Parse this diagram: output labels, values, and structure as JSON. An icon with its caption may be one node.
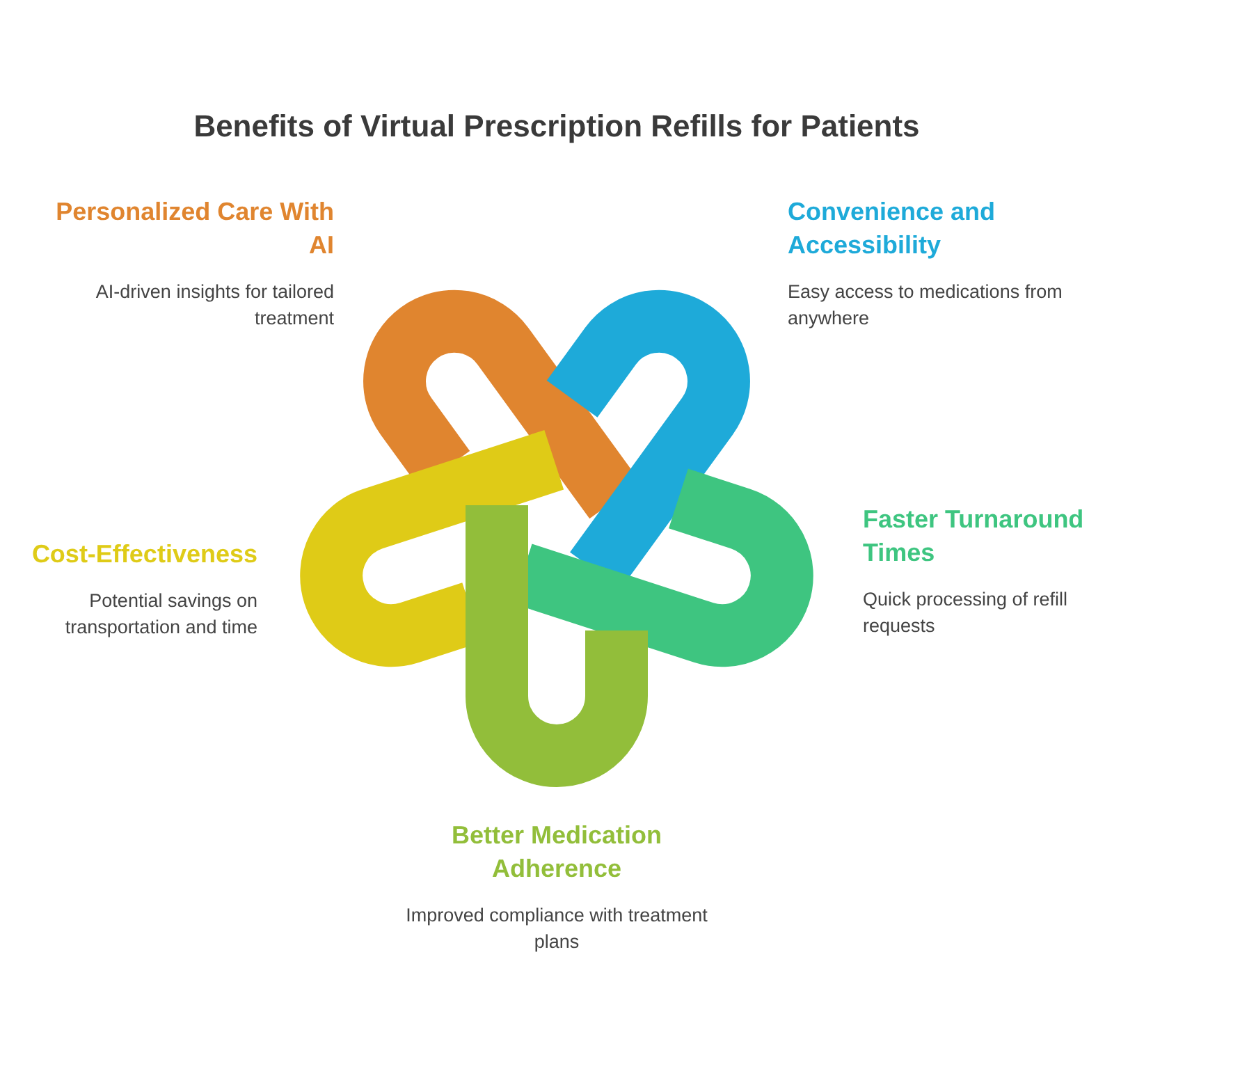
{
  "diagram": {
    "title": "Benefits of Virtual Prescription Refills for Patients",
    "nodes": [
      {
        "text": [
          "Personalized Care With AI",
          "AI-driven insights for tailored treatment"
        ]
      },
      {
        "text": [
          "Convenience and Accessibility",
          "Easy access to medications from anywhere"
        ]
      },
      {
        "text": [
          "Faster Turnaround Times",
          "Quick processing of refill requests"
        ]
      },
      {
        "text": [
          "Cost-Effectiveness",
          "Potential savings on transportation and time"
        ]
      },
      {
        "text": [
          "Better Medication Adherence",
          "Improved compliance with treatment plans"
        ]
      }
    ]
  }
}
